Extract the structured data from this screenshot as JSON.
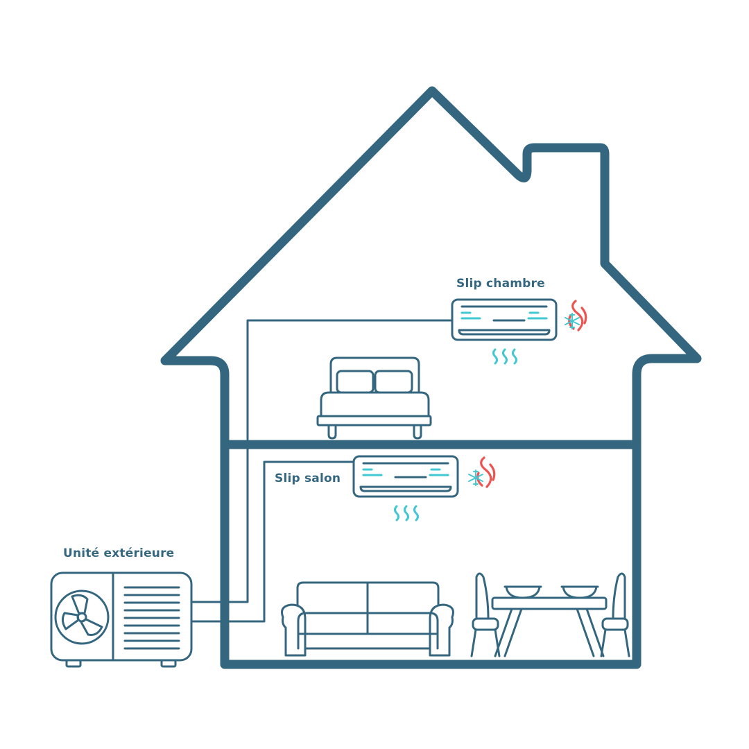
{
  "labels": {
    "chambre": "Slip chambre",
    "salon": "Slip salon",
    "outdoor": "Unité extérieure"
  },
  "colors": {
    "line": "#34677f",
    "air": "#41c8d2",
    "flame": "#ef5350",
    "background": "#ffffff"
  },
  "icons": [
    "house-outline",
    "bed-icon",
    "sofa-icon",
    "dining-table-icon",
    "chair-icon",
    "bowl-icon",
    "ac-unit-icon",
    "airflow-icon",
    "flame-icon",
    "snowflake-icon",
    "fan-icon",
    "vent-grille-icon"
  ]
}
